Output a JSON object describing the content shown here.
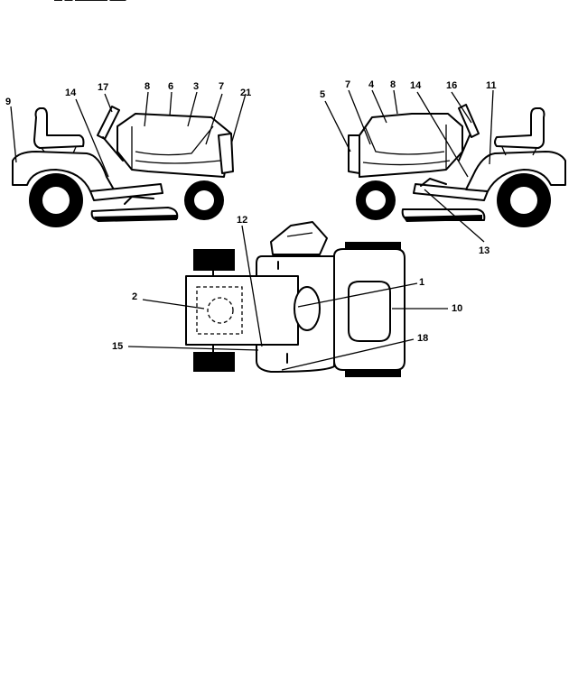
{
  "header": {
    "fragment": "— — ———— ——"
  },
  "callouts": {
    "left": {
      "c9": "9",
      "c14": "14",
      "c17": "17",
      "c8": "8",
      "c6": "6",
      "c3": "3",
      "c7": "7",
      "c21": "21"
    },
    "right": {
      "c5": "5",
      "c7": "7",
      "c4": "4",
      "c8": "8",
      "c14": "14",
      "c16": "16",
      "c11": "11",
      "c13": "13"
    },
    "top": {
      "c12": "12",
      "c2": "2",
      "c1": "1",
      "c10": "10",
      "c15": "15",
      "c18": "18"
    }
  }
}
